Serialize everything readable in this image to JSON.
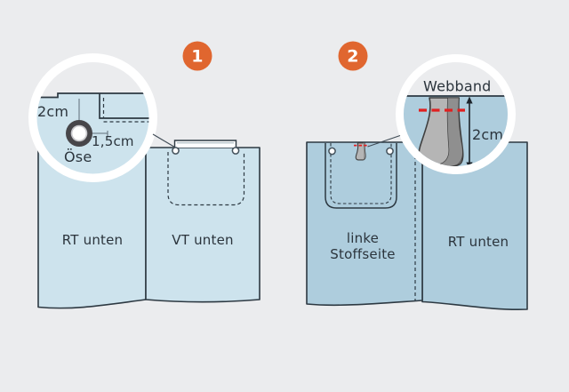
{
  "title": "Sewing instruction diagram (two steps)",
  "colors": {
    "background": "#ebecee",
    "fabric_step1": "#cde3ed",
    "fabric_step2": "#aecddd",
    "outline": "#2d3942",
    "badge_orange": "#e0662f",
    "stitch_red": "#e02020",
    "strap_gray": "#b5b5b5",
    "strap_gray_dark": "#8f8f8f",
    "eyelet_ring_dark": "#47464a",
    "magnifier_ring": "#ffffff"
  },
  "step1": {
    "badge": "1",
    "magnifier": {
      "measure_top": "2cm",
      "measure_eyelet": "1,5cm",
      "eyelet_label": "Öse"
    },
    "piece_left_label": "RT unten",
    "piece_right_label": "VT unten"
  },
  "step2": {
    "badge": "2",
    "magnifier": {
      "title": "Webband",
      "measure": "2cm"
    },
    "piece_left_label_line1": "linke",
    "piece_left_label_line2": "Stoffseite",
    "piece_right_label": "RT unten"
  }
}
